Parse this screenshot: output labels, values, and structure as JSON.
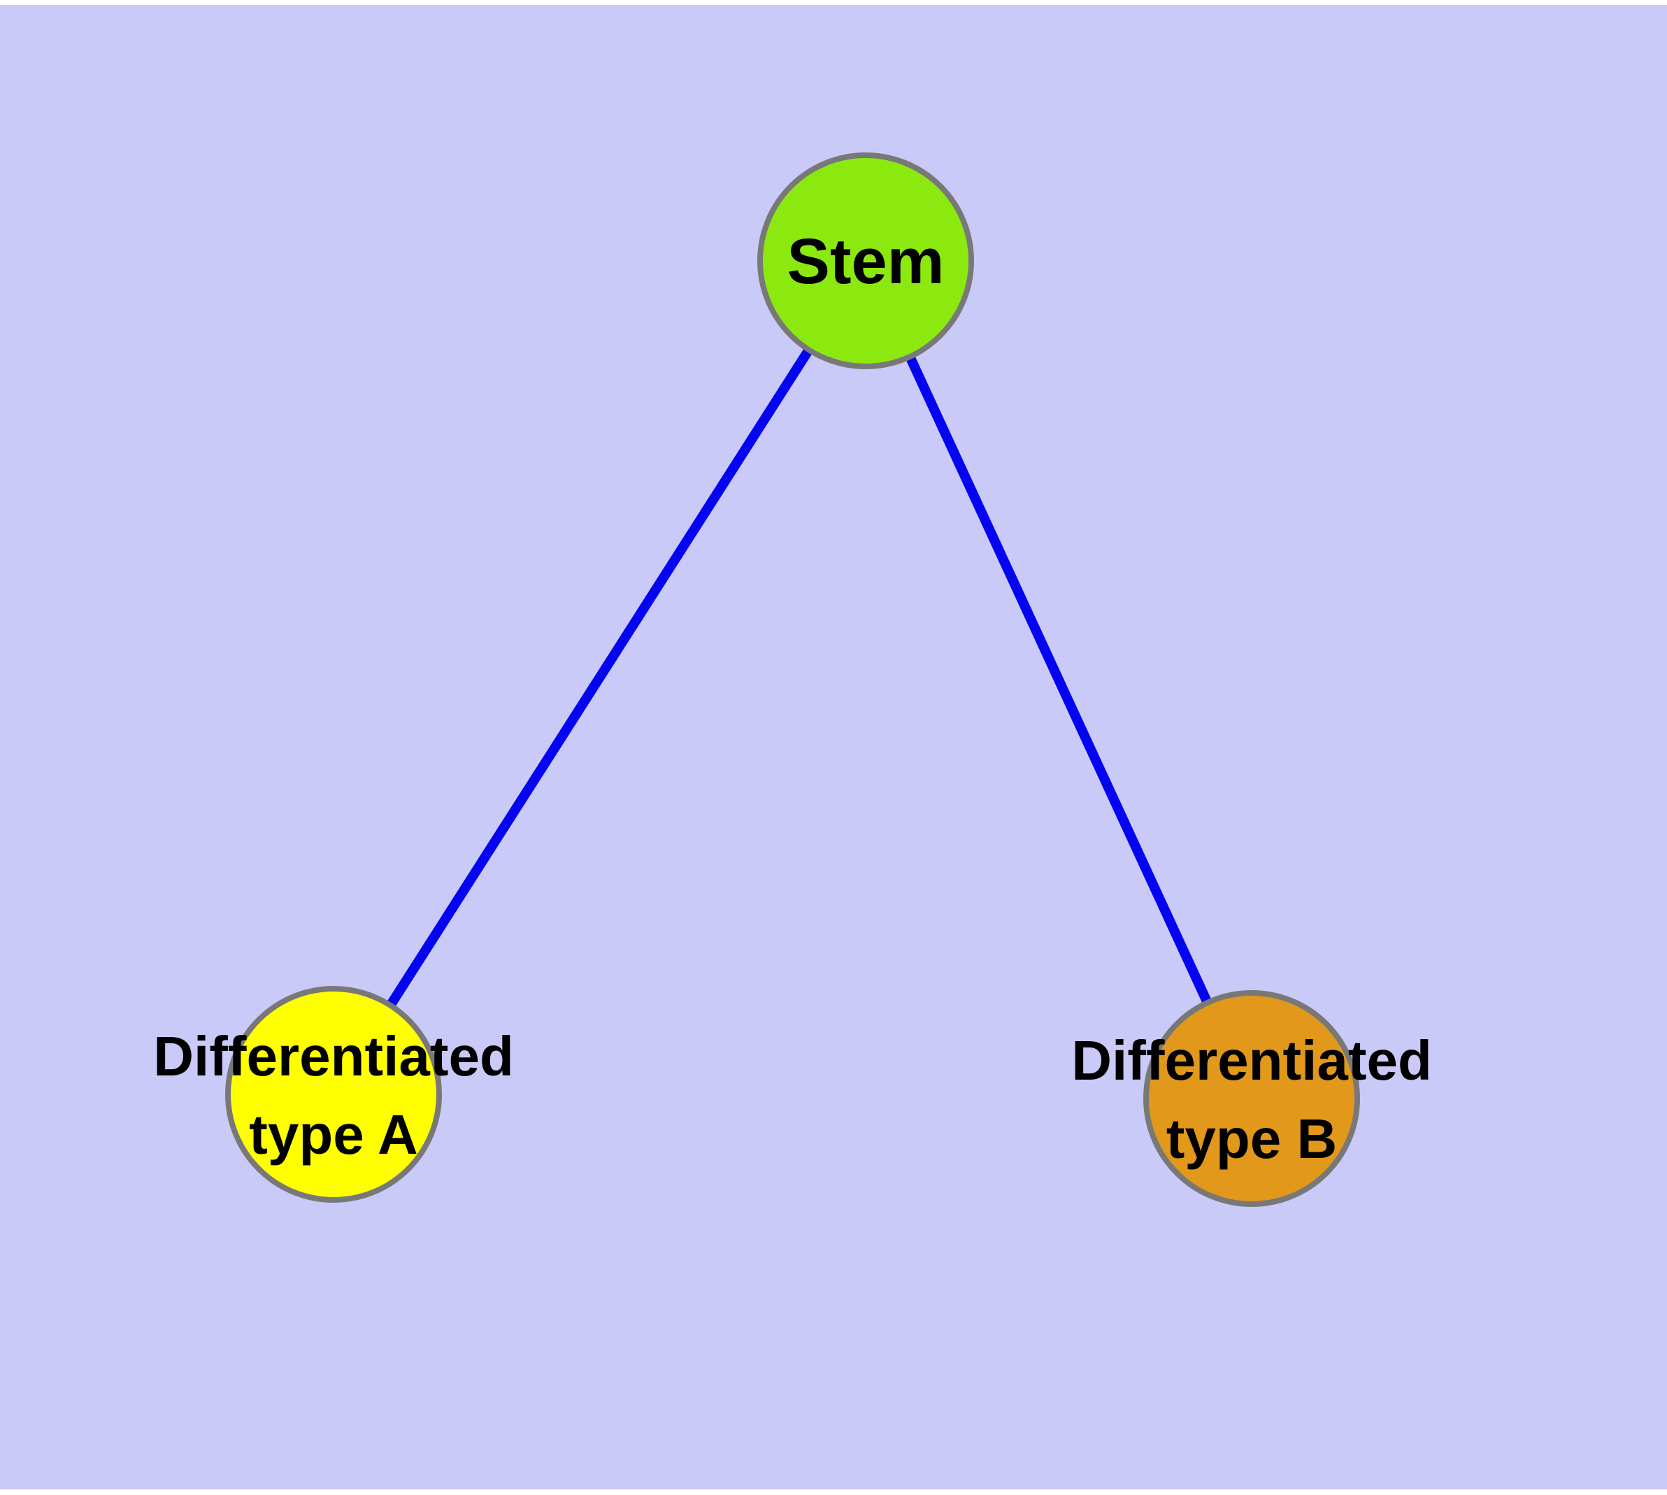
{
  "diagram": {
    "title": "",
    "background_color": "#CACAF8",
    "margin_color": "#FFFFFF",
    "edge_color": "#0404F2",
    "node_border_color": "#787878",
    "label_color": "#000000",
    "nodes": {
      "stem": {
        "id": "stem",
        "label": "Stem",
        "color": "#8CE90F"
      },
      "type_a": {
        "id": "type_a",
        "label": "Differentiated type A",
        "lines": [
          "Differentiated",
          "type A"
        ],
        "color": "#FFFF00"
      },
      "type_b": {
        "id": "type_b",
        "label": "Differentiated type B",
        "lines": [
          "Differentiated",
          "type B"
        ],
        "color": "#E2981A"
      }
    },
    "edges": [
      {
        "from": "Stem",
        "to": "Differentiated type A"
      },
      {
        "from": "Stem",
        "to": "Differentiated type B"
      }
    ]
  }
}
